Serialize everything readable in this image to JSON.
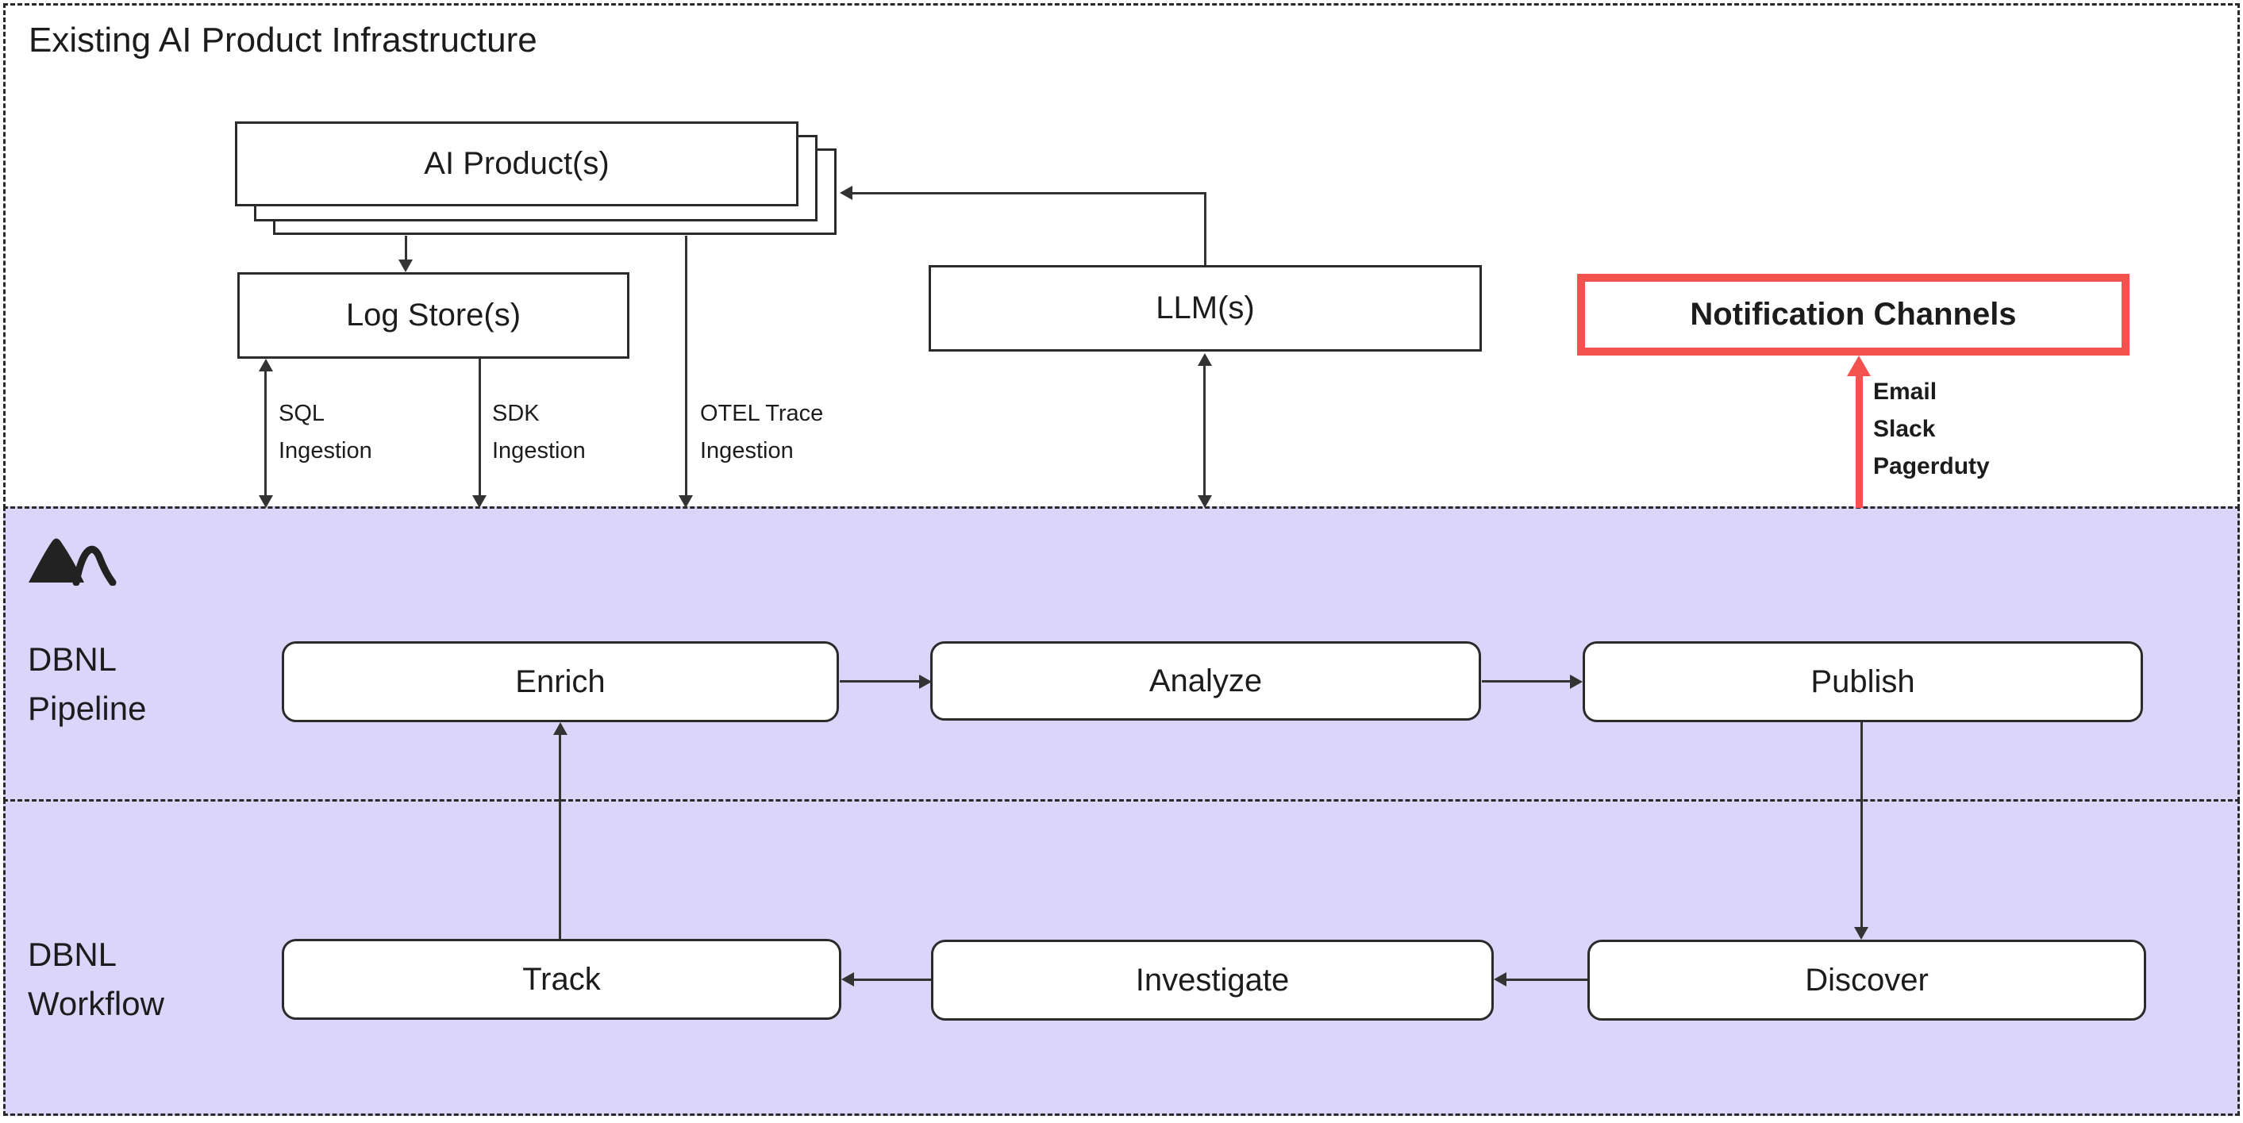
{
  "diagram": {
    "title": "Existing AI Product Infrastructure",
    "infrastructure": {
      "ai_products": "AI Product(s)",
      "log_stores": "Log Store(s)",
      "llms": "LLM(s)",
      "notification_channels": "Notification Channels",
      "ingestion_labels": {
        "sql": {
          "line1": "SQL",
          "line2": "Ingestion"
        },
        "sdk": {
          "line1": "SDK",
          "line2": "Ingestion"
        },
        "otel": {
          "line1": "OTEL Trace",
          "line2": "Ingestion"
        }
      },
      "channel_list": {
        "email": "Email",
        "slack": "Slack",
        "pagerduty": "Pagerduty"
      }
    },
    "pipeline": {
      "label_line1": "DBNL",
      "label_line2": "Pipeline",
      "steps": {
        "enrich": "Enrich",
        "analyze": "Analyze",
        "publish": "Publish"
      }
    },
    "workflow": {
      "label_line1": "DBNL",
      "label_line2": "Workflow",
      "steps": {
        "track": "Track",
        "investigate": "Investigate",
        "discover": "Discover"
      }
    },
    "icons": {
      "brand": "mountain-icon"
    },
    "colors": {
      "accent_red": "#F4524E",
      "section_purple": "#DBD6F9",
      "line": "#333333"
    }
  }
}
